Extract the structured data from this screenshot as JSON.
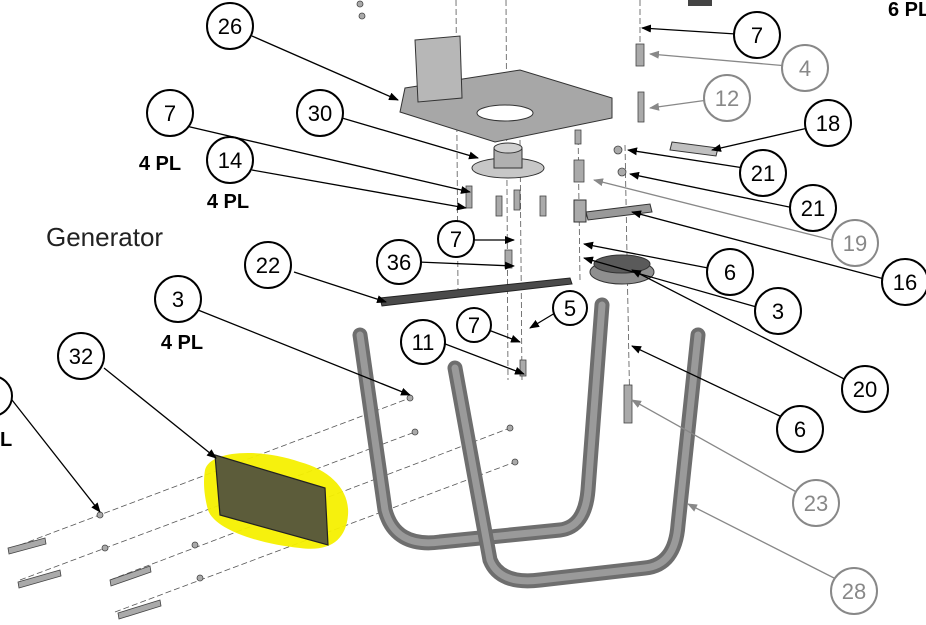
{
  "diagram": {
    "title": "Generator",
    "callouts": [
      {
        "n": "26",
        "tone": "dark"
      },
      {
        "n": "7",
        "tone": "dark"
      },
      {
        "n": "4",
        "tone": "gray"
      },
      {
        "n": "12",
        "tone": "gray"
      },
      {
        "n": "18",
        "tone": "dark"
      },
      {
        "n": "7",
        "tone": "dark",
        "qty": "4 PL"
      },
      {
        "n": "30",
        "tone": "dark"
      },
      {
        "n": "14",
        "tone": "dark",
        "qty": "4 PL"
      },
      {
        "n": "21",
        "tone": "dark"
      },
      {
        "n": "21",
        "tone": "dark"
      },
      {
        "n": "19",
        "tone": "gray"
      },
      {
        "n": "16",
        "tone": "dark"
      },
      {
        "n": "22",
        "tone": "dark"
      },
      {
        "n": "7",
        "tone": "dark"
      },
      {
        "n": "36",
        "tone": "dark"
      },
      {
        "n": "6",
        "tone": "dark"
      },
      {
        "n": "3",
        "tone": "dark"
      },
      {
        "n": "20",
        "tone": "dark"
      },
      {
        "n": "3",
        "tone": "dark",
        "qty": "4 PL"
      },
      {
        "n": "5",
        "tone": "dark"
      },
      {
        "n": "7",
        "tone": "dark"
      },
      {
        "n": "11",
        "tone": "dark"
      },
      {
        "n": "32",
        "tone": "dark"
      },
      {
        "n": "6",
        "tone": "dark"
      },
      {
        "n": "23",
        "tone": "gray"
      },
      {
        "n": "28",
        "tone": "gray"
      }
    ],
    "edge_text": {
      "top_right": "6 PL",
      "left_L": "L"
    },
    "colors": {
      "highlight": "#f5f000",
      "part_fill": "#9a9a9a",
      "plate_fill": "#5c5c3a",
      "frame": "#6e6e6e",
      "ink": "#000000",
      "gray_ink": "#888888"
    }
  }
}
